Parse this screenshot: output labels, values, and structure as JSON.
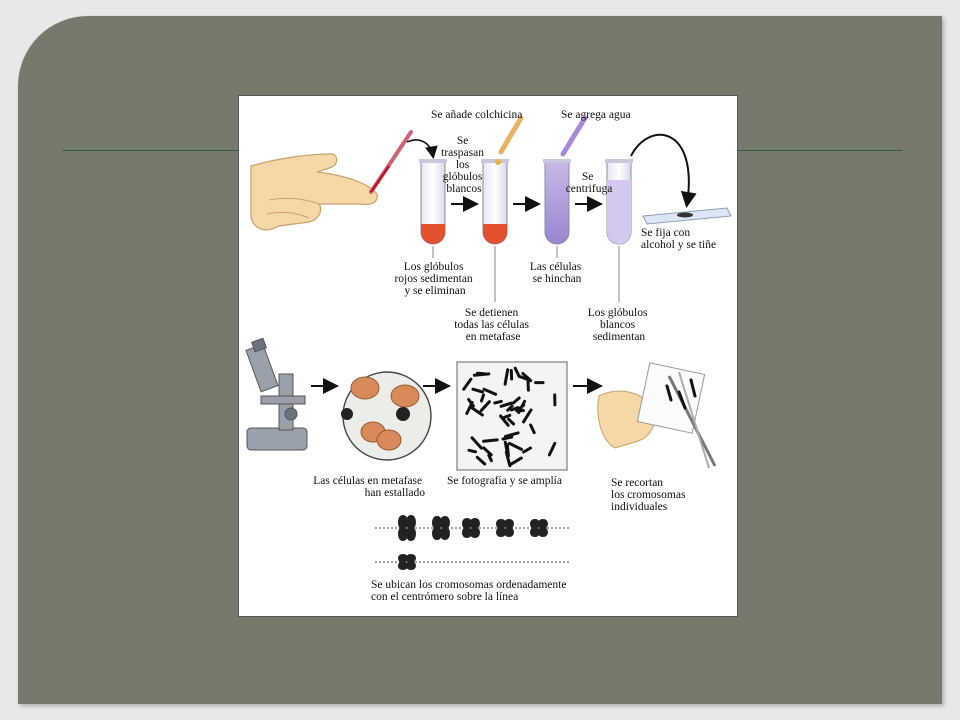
{
  "slide": {
    "background_color": "#767a6a",
    "accent_line_color": "#2f5b3e"
  },
  "diagram": {
    "labels": {
      "add_colchicine": "Se añade colchicina",
      "add_water": "Se agrega agua",
      "transfer_wbc": [
        "Se",
        "traspasan",
        "los",
        "glóbulos",
        "blancos"
      ],
      "centrifuge": [
        "Se",
        "centrifuga"
      ],
      "fix_stain": [
        "Se fija con",
        "alcohol y se tiñe"
      ],
      "rbc_settle": [
        "Los glóbulos",
        "rojos sedimentan",
        "y se eliminan"
      ],
      "cells_swell": [
        "Las células",
        "se hinchan"
      ],
      "metaphase_stop": [
        "Se detienen",
        "todas las células",
        "en metafase"
      ],
      "wbc_settle": [
        "Los glóbulos",
        "blancos",
        "sedimentan"
      ],
      "cells_burst": [
        "Las células en metafase",
        "han estallado"
      ],
      "photo_enlarge": "Se fotografía y se amplía",
      "cut_out": [
        "Se recortan",
        "los cromosomas",
        "individuales"
      ],
      "arrange": [
        "Se ubican los cromosomas ordenadamente",
        "con el centrómero sobre la línea"
      ]
    }
  }
}
